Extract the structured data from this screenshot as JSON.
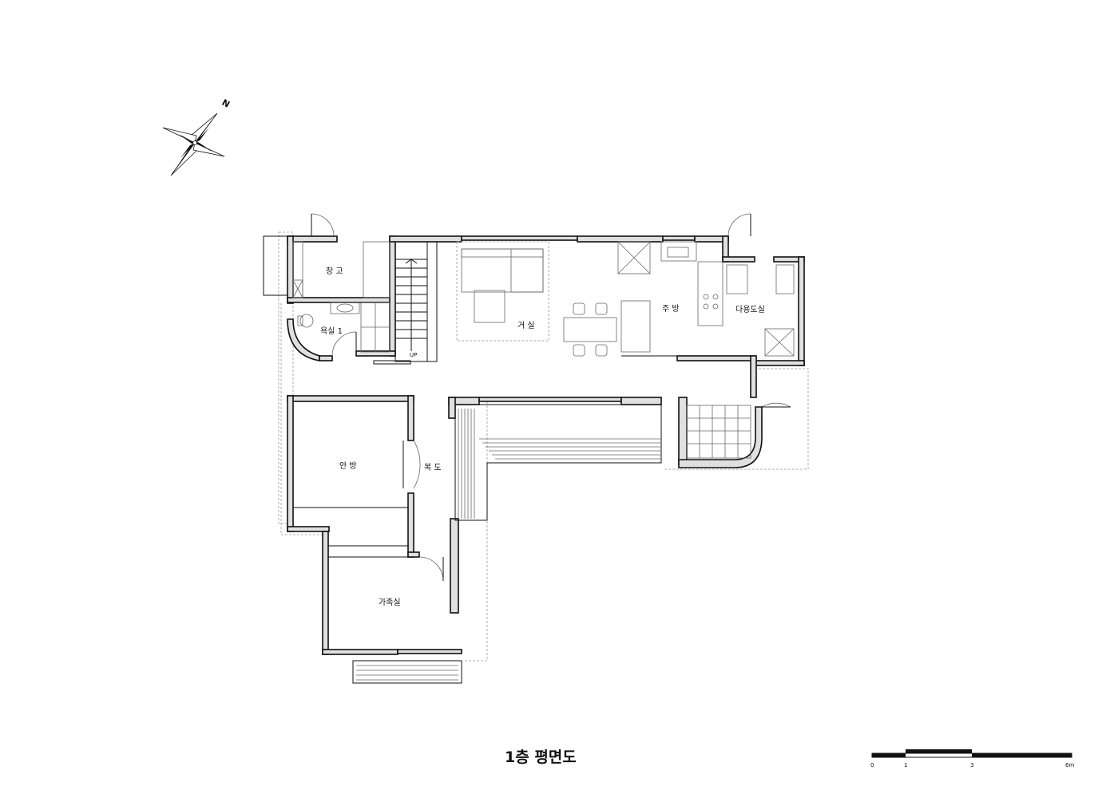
{
  "drawing_title": "1층 평면도",
  "north_label": "N",
  "rooms": {
    "storage": "창 고",
    "bath": "욕실 1",
    "living": "거 실",
    "kitchen": "주 방",
    "utility": "다용도실",
    "master_bedroom": "안 방",
    "hallway": "복 도",
    "family_room": "가족실"
  },
  "stair_label": "UP",
  "scale_bar": {
    "ticks": [
      "0",
      "1",
      "3",
      "6m"
    ],
    "values_m": [
      0,
      1,
      3,
      6
    ]
  }
}
